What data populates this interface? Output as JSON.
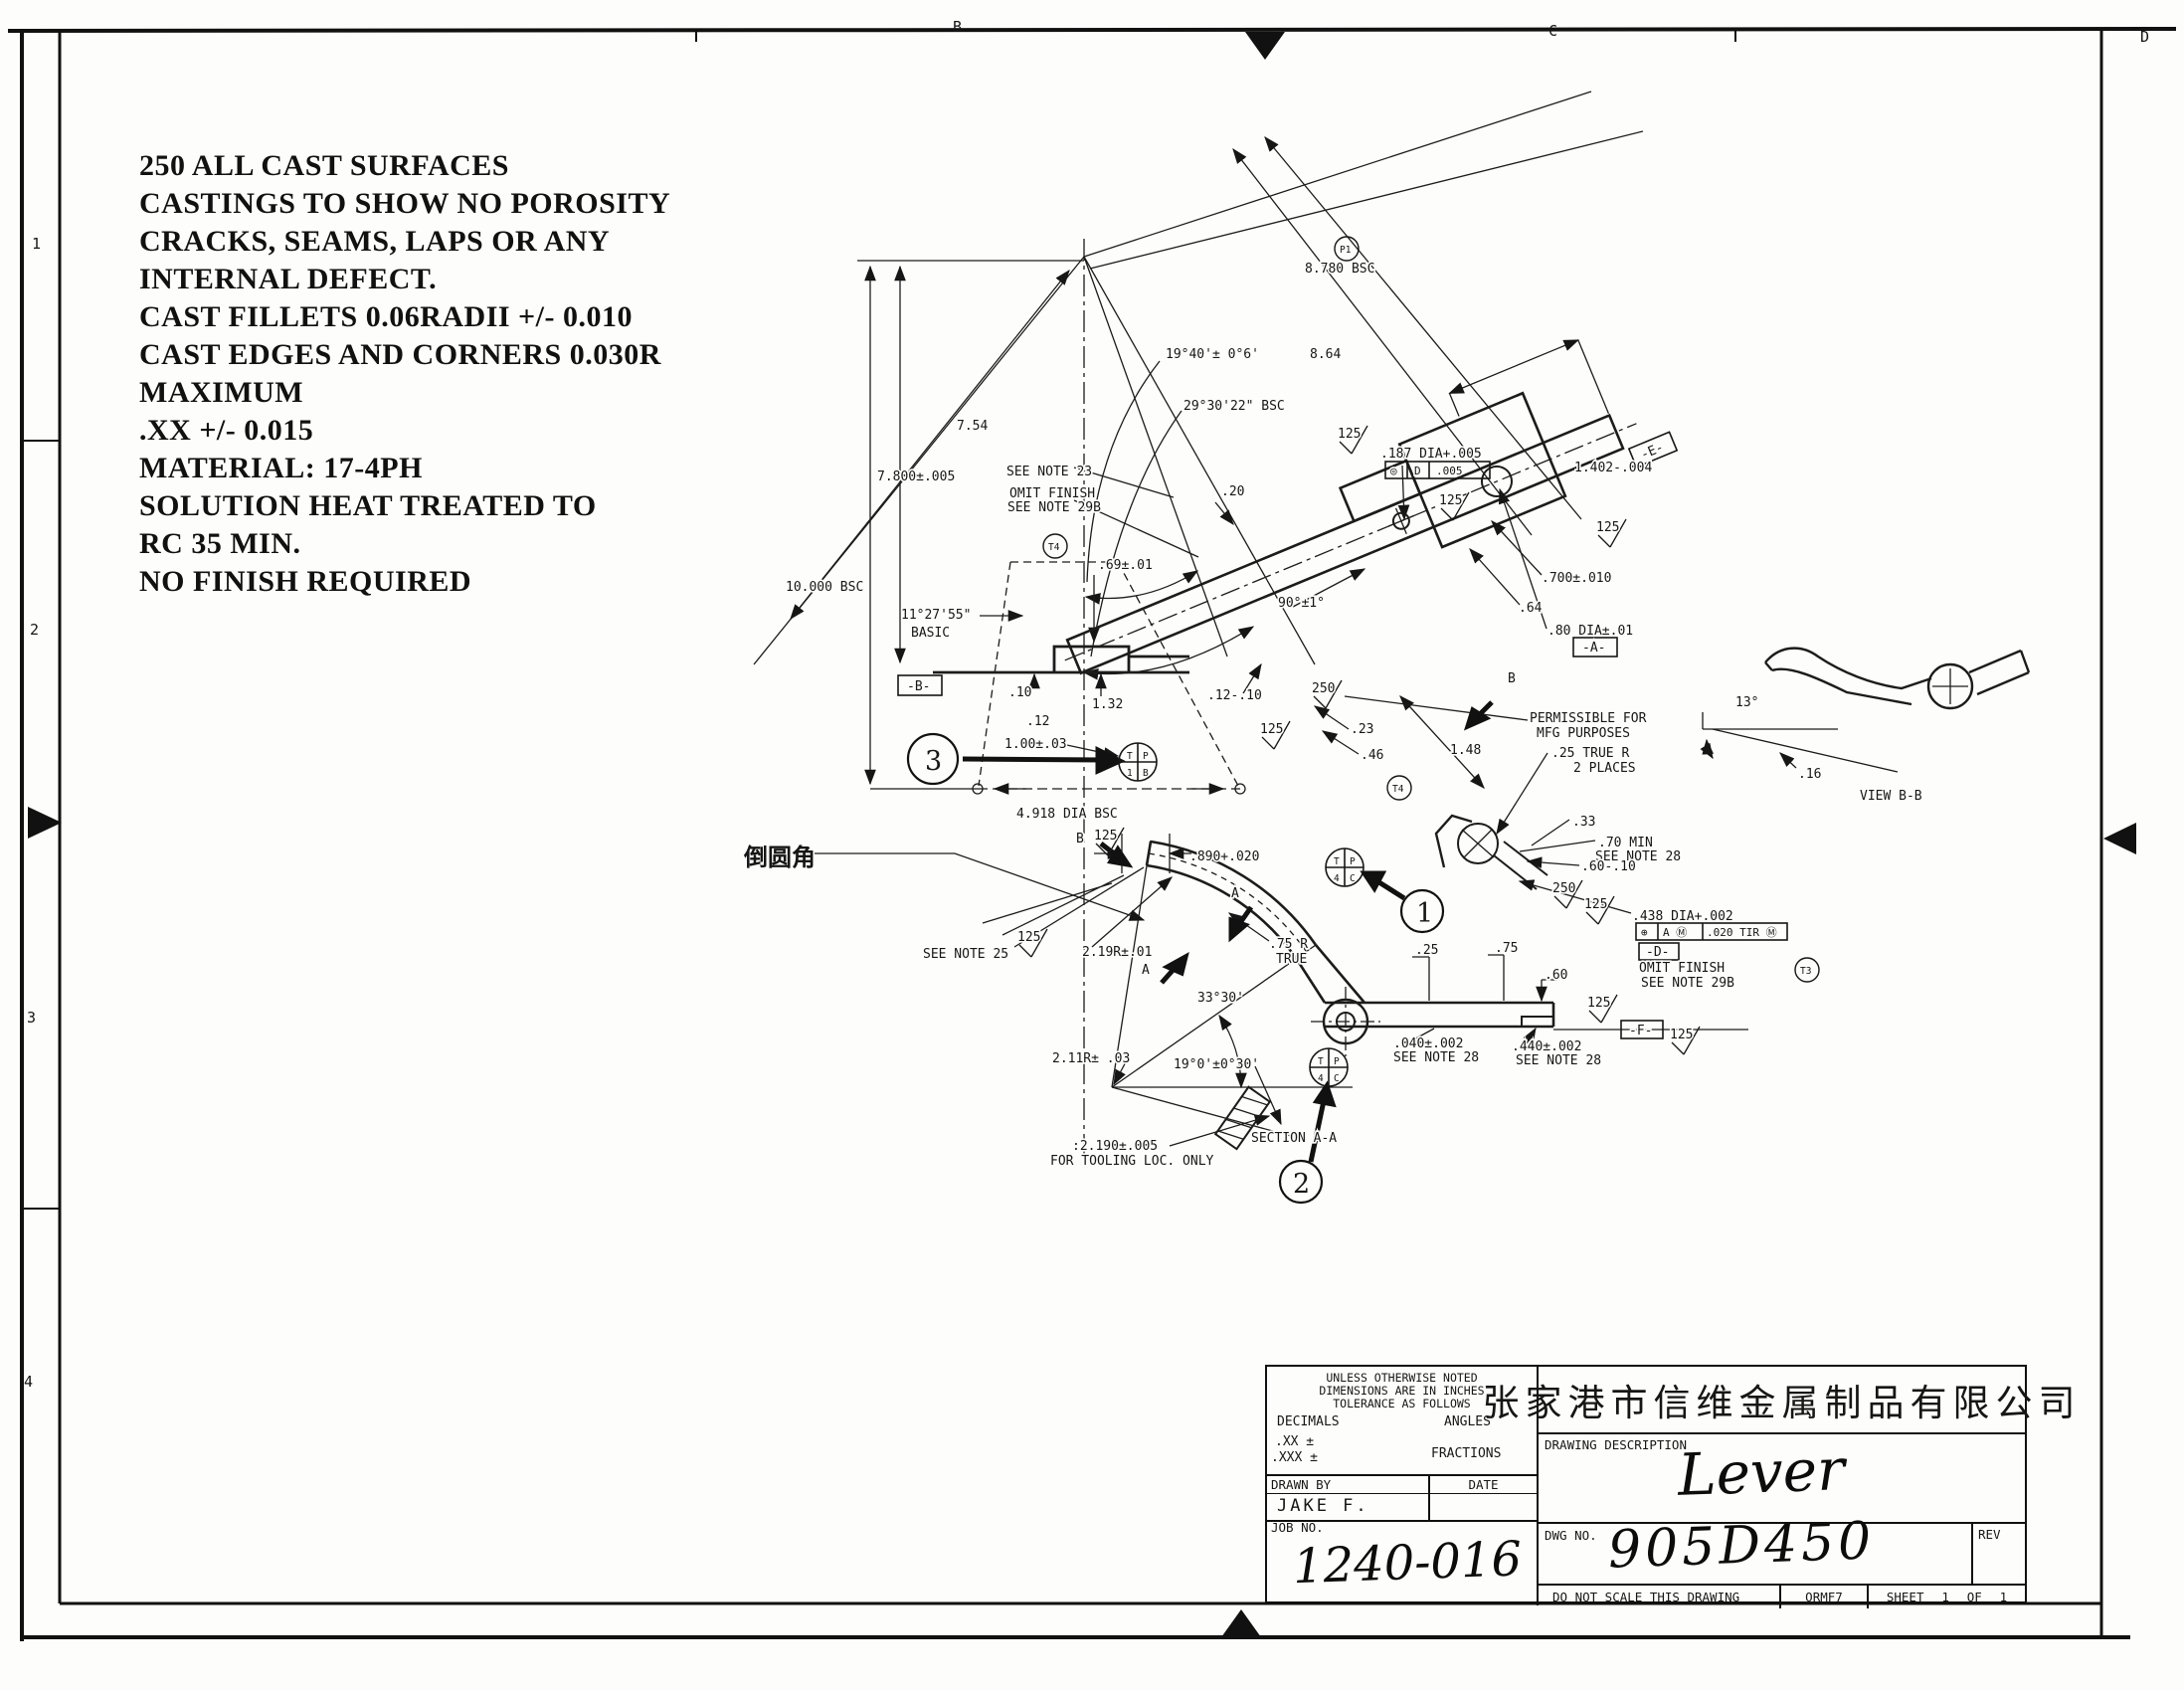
{
  "sheet": {
    "zones": {
      "top": [
        "B",
        "C",
        "D"
      ],
      "left": [
        "1",
        "2",
        "3",
        "4"
      ]
    }
  },
  "notes": [
    "250 ALL CAST SURFACES",
    "CASTINGS TO SHOW NO POROSITY",
    "CRACKS, SEAMS, LAPS OR ANY",
    "INTERNAL DEFECT.",
    "CAST FILLETS 0.06RADII +/- 0.010",
    "CAST EDGES AND CORNERS 0.030R",
    "MAXIMUM",
    ".XX +/- 0.015",
    "MATERIAL: 17-4PH",
    "SOLUTION HEAT TREATED TO",
    "RC 35 MIN.",
    "NO FINISH REQUIRED"
  ],
  "labels": {
    "bsc8780": "8.780 BSC",
    "p1": "P1",
    "d864": "8.64",
    "ang1940": "19°40'± 0°6'",
    "ang2930": "29°30'22\" BSC",
    "d754": "7.54",
    "d7800": "7.800±.005",
    "bsc10000": "10.000 BSC",
    "ang1127a": "11°27'55\"",
    "ang1127b": "BASIC",
    "datumB": "-B-",
    "note23": "SEE NOTE 23",
    "omitA": "OMIT FINISH",
    "omitB": "SEE NOTE 29B",
    "t4": "T4",
    "t3": "T3",
    "d69": ".69±.01",
    "d20": ".20",
    "d187": ".187 DIA+.005",
    "fcfA_sym": "◎",
    "fcfA_datum": "D",
    "fcfA_tol": ".005",
    "d1402": "1.402-.004",
    "datumE": "-E-",
    "f125": "125",
    "f250": "250",
    "d700": ".700±.010",
    "d64": ".64",
    "d80": ".80 DIA±.01",
    "datumA": "-A-",
    "d90": "90°±1°",
    "d1210": ".12-.10",
    "d132": "1.32",
    "d10": ".10",
    "d12": ".12",
    "d100": "1.00±.03",
    "d23": ".23",
    "d46": ".46",
    "d148": "1.48",
    "permA": "PERMISSIBLE FOR",
    "permB": "MFG PURPOSES",
    "truerA": ".25 TRUE R",
    "truerB": "2 PLACES",
    "d33": ".33",
    "d70min": ".70 MIN",
    "note28": "SEE NOTE 28",
    "d6010": ".60-.10",
    "d438": ".438 DIA+.002",
    "fcfB_sym": "⊕",
    "fcfB_datum": "A Ⓜ",
    "fcfB_tol": ".020 TIR Ⓜ",
    "datumD": "-D-",
    "datumF": "-F-",
    "d60": ".60",
    "d25": ".25",
    "d75": ".75",
    "d040": ".040±.002",
    "d440": ".440±.002",
    "bsc4918": "4.918 DIA BSC",
    "secB": "B",
    "secA": "A",
    "d890": ".890+.020",
    "b1": "1",
    "b2": "2",
    "b3": "3",
    "tpT": "T",
    "tpP": "P",
    "tp1": "1",
    "tpB": "B",
    "tp4": "4",
    "tpC": "C",
    "d75r": ".75 R",
    "trueTxt": "TRUE",
    "note25": "SEE NOTE 25",
    "d219": "2.19R±.01",
    "ang3330": "33°30'",
    "d211": "2.11R± .03",
    "ang190": "19°0'±0°30'",
    "d2190": ":2.190±.005",
    "tooling": "FOR TOOLING LOC. ONLY",
    "secAA": "SECTION A-A",
    "viewBB": "VIEW B-B",
    "ang13": "13°",
    "d16": ".16",
    "cnFillet": "倒圆角"
  },
  "title_block": {
    "tol1": "UNLESS OTHERWISE NOTED",
    "tol2": "DIMENSIONS ARE IN INCHES",
    "tol3": "TOLERANCE AS FOLLOWS",
    "decimals": "DECIMALS",
    "angles": "ANGLES",
    "xx": ".XX ±",
    "xxx": ".XXX ±",
    "fractions": "FRACTIONS",
    "drawn_by_label": "DRAWN BY",
    "date_label": "DATE",
    "drawn_by": "JAKE F.",
    "job_label": "JOB NO.",
    "job_no": "1240-016",
    "company": "张家港市信维金属制品有限公司",
    "desc_label": "DRAWING DESCRIPTION",
    "description": "Lever",
    "dwg_label": "DWG NO.",
    "dwg_no": "905D450",
    "rev_label": "REV",
    "no_scale": "DO NOT SCALE THIS DRAWING",
    "form_no": "ORMF7",
    "sheet_label": "SHEET",
    "sheet_cur": "1",
    "of_label": "OF",
    "sheet_total": "1"
  }
}
